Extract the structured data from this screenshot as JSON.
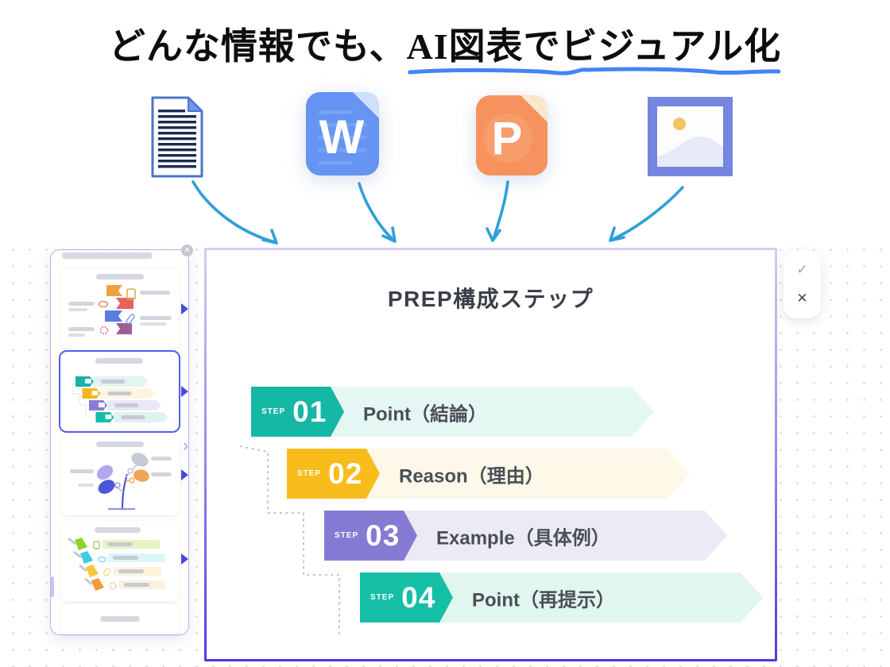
{
  "heading": {
    "prefix": "どんな情報でも、",
    "highlight": "AI図表でビジュアル化"
  },
  "file_icons": {
    "word_letter": "W",
    "powerpoint_letter": "P"
  },
  "sidebar": {
    "close_glyph": "✕",
    "expand_glyph": "›"
  },
  "canvas": {
    "title": "PREP構成ステップ",
    "steps": [
      {
        "tag": "STEP",
        "number": "01",
        "label": "Point（結論）",
        "badge_color": "#15b7a5",
        "bar_color": "#e5f7f2"
      },
      {
        "tag": "STEP",
        "number": "02",
        "label": "Reason（理由）",
        "badge_color": "#f8bd1c",
        "bar_color": "#fdf8e7"
      },
      {
        "tag": "STEP",
        "number": "03",
        "label": "Example（具体例）",
        "badge_color": "#857bd4",
        "bar_color": "#ebeaf6"
      },
      {
        "tag": "STEP",
        "number": "04",
        "label": "Point（再提示）",
        "badge_color": "#14bfa6",
        "bar_color": "#e1f6ef"
      }
    ]
  },
  "approval": {
    "confirm_glyph": "✓",
    "dismiss_glyph": "✕"
  },
  "colors": {
    "underline_blue": "#4285f4",
    "arrow_blue": "#2ea0d8",
    "canvas_border_bottom": "#4a3ce1",
    "selected_thumbnail_border": "#575ce9"
  }
}
